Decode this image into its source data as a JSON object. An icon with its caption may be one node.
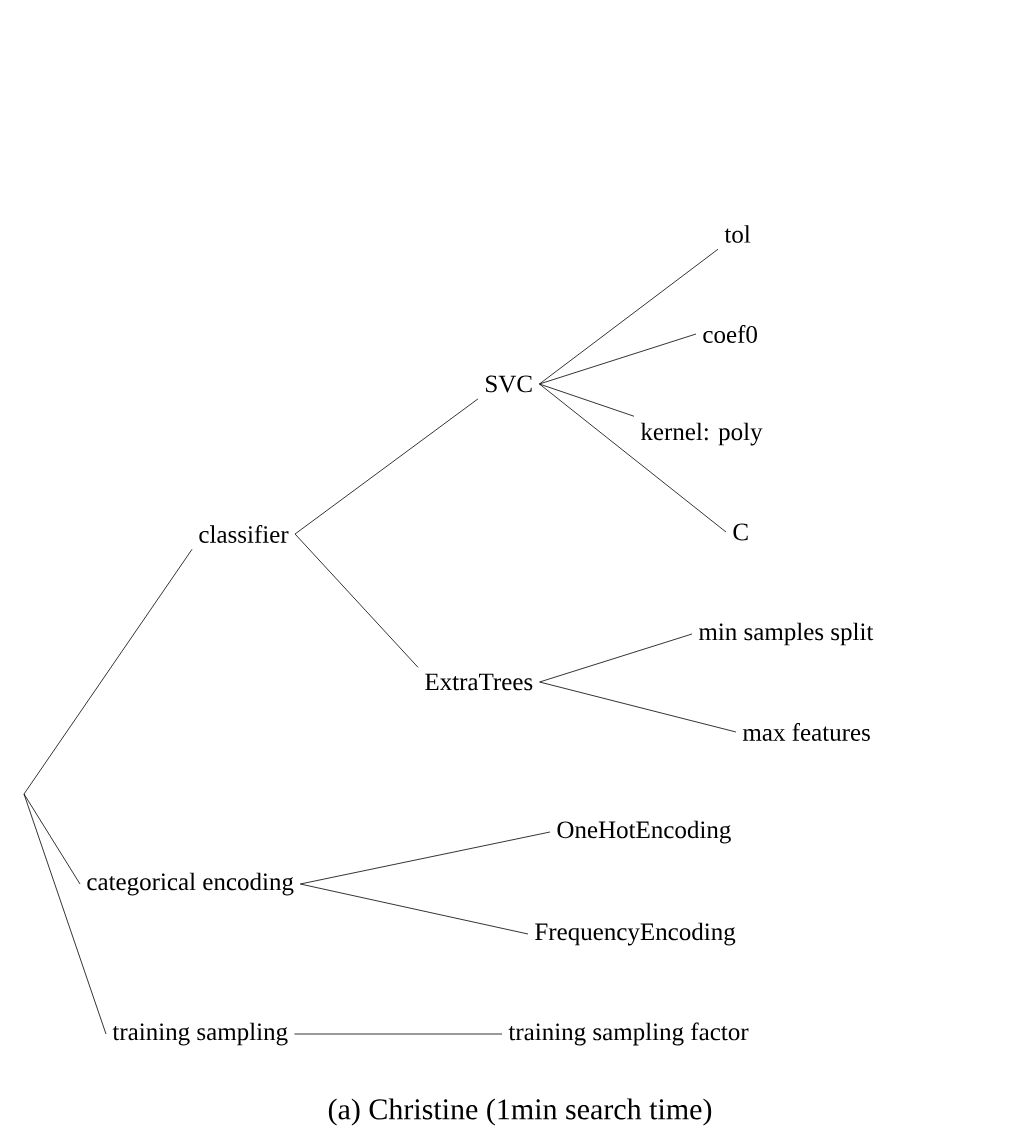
{
  "diagram": {
    "caption": "(a) Christine (1min search time)",
    "nodes": [
      {
        "text": [
          "classifier"
        ]
      },
      {
        "text": [
          "SVC"
        ]
      },
      {
        "text": [
          "ExtraTrees"
        ]
      },
      {
        "text": [
          "tol"
        ]
      },
      {
        "text": [
          "coef0"
        ]
      },
      {
        "text": [
          "kernel: poly"
        ]
      },
      {
        "text": [
          "C"
        ]
      },
      {
        "text": [
          "min samples split"
        ]
      },
      {
        "text": [
          "max features"
        ]
      },
      {
        "text": [
          "categorical encoding"
        ]
      },
      {
        "text": [
          "OneHotEncoding"
        ]
      },
      {
        "text": [
          "FrequencyEncoding"
        ]
      },
      {
        "text": [
          "training sampling"
        ]
      },
      {
        "text": [
          "training sampling factor"
        ]
      }
    ],
    "edges": [
      {
        "from": null,
        "to": 0,
        "arrow": "none"
      },
      {
        "from": null,
        "to": 9,
        "arrow": "none"
      },
      {
        "from": null,
        "to": 12,
        "arrow": "none"
      },
      {
        "from": 0,
        "to": 1,
        "arrow": "none"
      },
      {
        "from": 0,
        "to": 2,
        "arrow": "none"
      },
      {
        "from": 1,
        "to": 3,
        "arrow": "none"
      },
      {
        "from": 1,
        "to": 4,
        "arrow": "none"
      },
      {
        "from": 1,
        "to": 5,
        "arrow": "none"
      },
      {
        "from": 1,
        "to": 6,
        "arrow": "none"
      },
      {
        "from": 2,
        "to": 7,
        "arrow": "none"
      },
      {
        "from": 2,
        "to": 8,
        "arrow": "none"
      },
      {
        "from": 9,
        "to": 10,
        "arrow": "none"
      },
      {
        "from": 9,
        "to": 11,
        "arrow": "none"
      },
      {
        "from": 12,
        "to": 13,
        "arrow": "none"
      }
    ]
  }
}
